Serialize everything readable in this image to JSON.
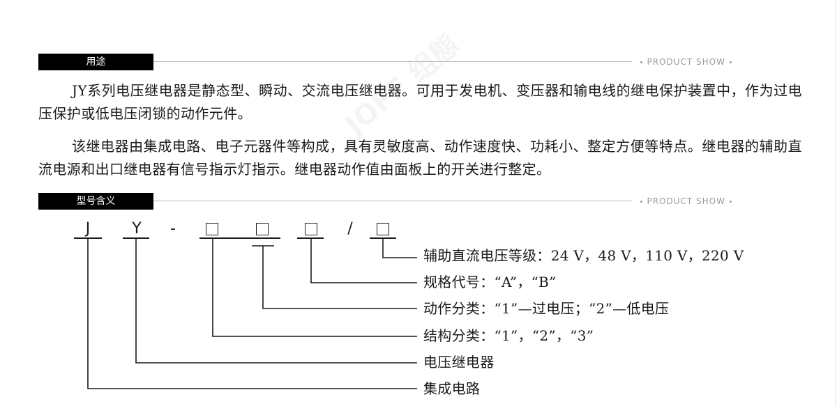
{
  "sections": {
    "usage": {
      "label": "用途",
      "tag": "PRODUCT SHOW"
    },
    "model": {
      "label": "型号含义",
      "tag": "PRODUCT SHOW"
    }
  },
  "paragraphs": [
    "JY系列电压继电器是静态型、瞬动、交流电压继电器。可用于发电机、变压器和输电线的继电保护装置中，作为过电压保护或低电压闭锁的动作元件。",
    "该继电器由集成电路、电子元器件等构成，具有灵敏度高、动作速度快、功耗小、整定方便等特点。继电器的辅助直流电源和出口继电器有信号指示灯指示。继电器动作值由面板上的开关进行整定。"
  ],
  "watermark": "JOFF 组態",
  "model_code": {
    "c1": "J",
    "c2": "Y",
    "dash": "-",
    "slash": "/"
  },
  "descriptions": [
    "辅助直流电压等级：24 V，48 V，110 V，220 V",
    "规格代号：“A”，“B”",
    "动作分类：“1”—过电压；“2”—低电压",
    "结构分类：“1”，“2”，“3”",
    "电压继电器",
    "集成电路"
  ]
}
